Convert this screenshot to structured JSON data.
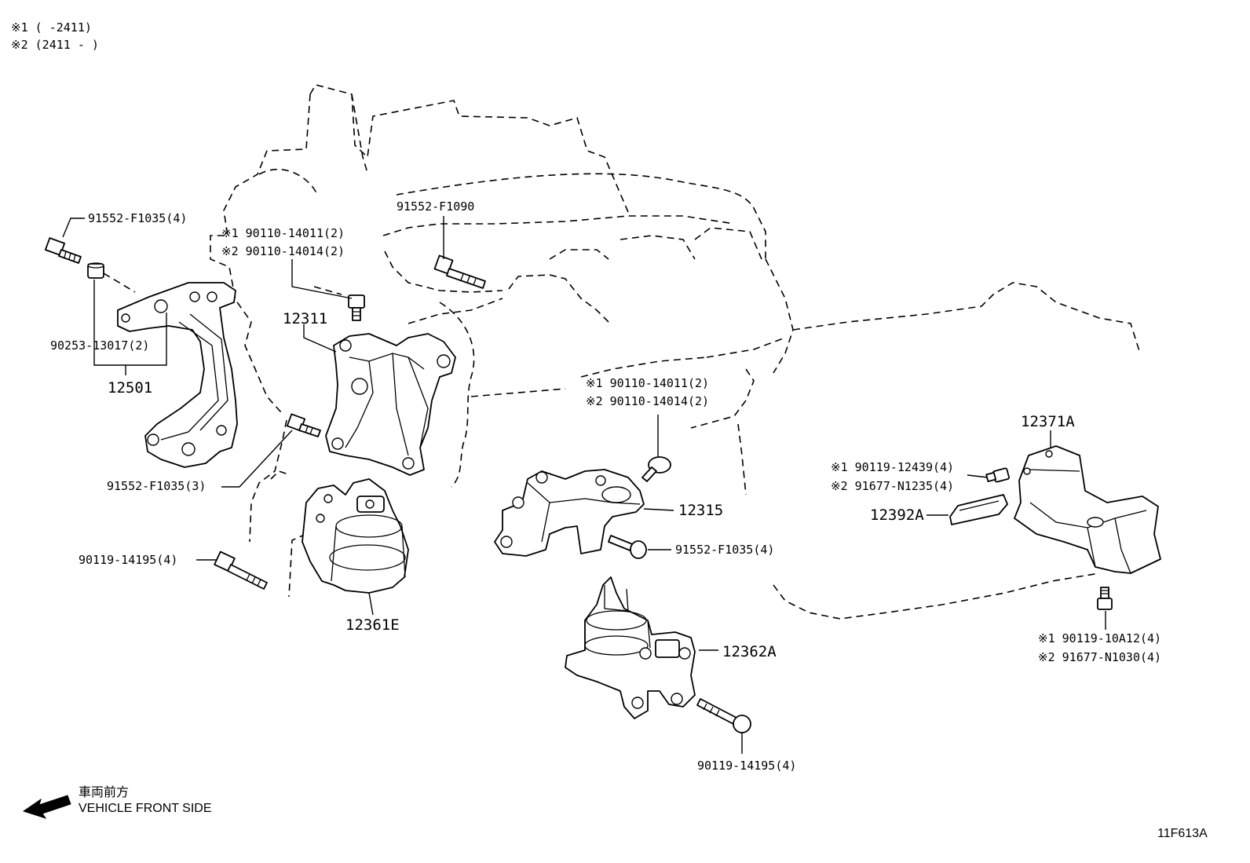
{
  "notes": {
    "note1": "※1 (      -2411)",
    "note2": "※2 (2411 -      )"
  },
  "callouts": {
    "bolt_91552_f1035_4_top": "91552-F1035(4)",
    "bolt_90110_14011_2_a": "※1 90110-14011(2)",
    "bolt_90110_14014_2_a": "※2 90110-14014(2)",
    "bolt_91552_f1090": "91552-F1090",
    "part_12311": "12311",
    "collar_90253_13017_2": "90253-13017(2)",
    "part_12501": "12501",
    "bolt_91552_f1035_3": "91552-F1035(3)",
    "bolt_90119_14195_4_left": "90119-14195(4)",
    "part_12361e": "12361E",
    "bolt_90110_14011_2_b": "※1 90110-14011(2)",
    "bolt_90110_14014_2_b": "※2 90110-14014(2)",
    "part_12315": "12315",
    "bolt_91552_f1035_4_mid": "91552-F1035(4)",
    "part_12362a": "12362A",
    "bolt_90119_14195_4_bottom": "90119-14195(4)",
    "part_12371a": "12371A",
    "nut_90119_12439_4": "※1 90119-12439(4)",
    "nut_91677_n1235_4": "※2 91677-N1235(4)",
    "part_12392a": "12392A",
    "bolt_90119_10a12_4": "※1 90119-10A12(4)",
    "bolt_91677_n1030_4": "※2 91677-N1030(4)"
  },
  "legend": {
    "direction_jp": "車両前方",
    "direction_en": "VEHICLE FRONT SIDE",
    "arrow_icon": "arrow-left-icon"
  },
  "figure_id": "11F613A"
}
